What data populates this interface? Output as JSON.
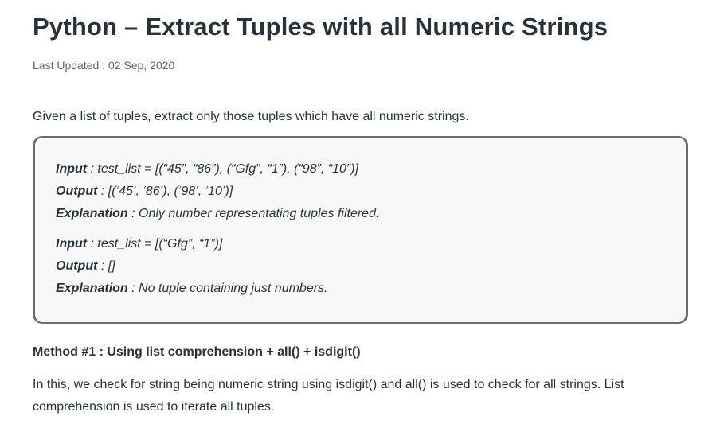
{
  "article": {
    "title": "Python – Extract Tuples with all Numeric Strings",
    "last_updated": "Last Updated : 02 Sep, 2020",
    "intro": "Given a list of tuples, extract only those tuples which have all numeric strings.",
    "examples": [
      {
        "input_label": "Input",
        "input_text": " : test_list = [(“45”, “86”), (“Gfg”, “1”), (“98”, “10”)]",
        "output_label": "Output",
        "output_text": " : [(‘45’, ‘86’), (‘98’, ‘10’)]",
        "explanation_label": "Explanation",
        "explanation_text": " : Only number representating tuples filtered."
      },
      {
        "input_label": "Input",
        "input_text": " : test_list = [(“Gfg”, “1”)]",
        "output_label": "Output",
        "output_text": " : []",
        "explanation_label": "Explanation",
        "explanation_text": " : No tuple containing just numbers."
      }
    ],
    "method_heading": "Method #1 : Using list comprehension + all() + isdigit()",
    "method_paragraph": "In this, we check for string being numeric string using isdigit() and all() is used to check for all strings. List comprehension is used to iterate all tuples."
  }
}
